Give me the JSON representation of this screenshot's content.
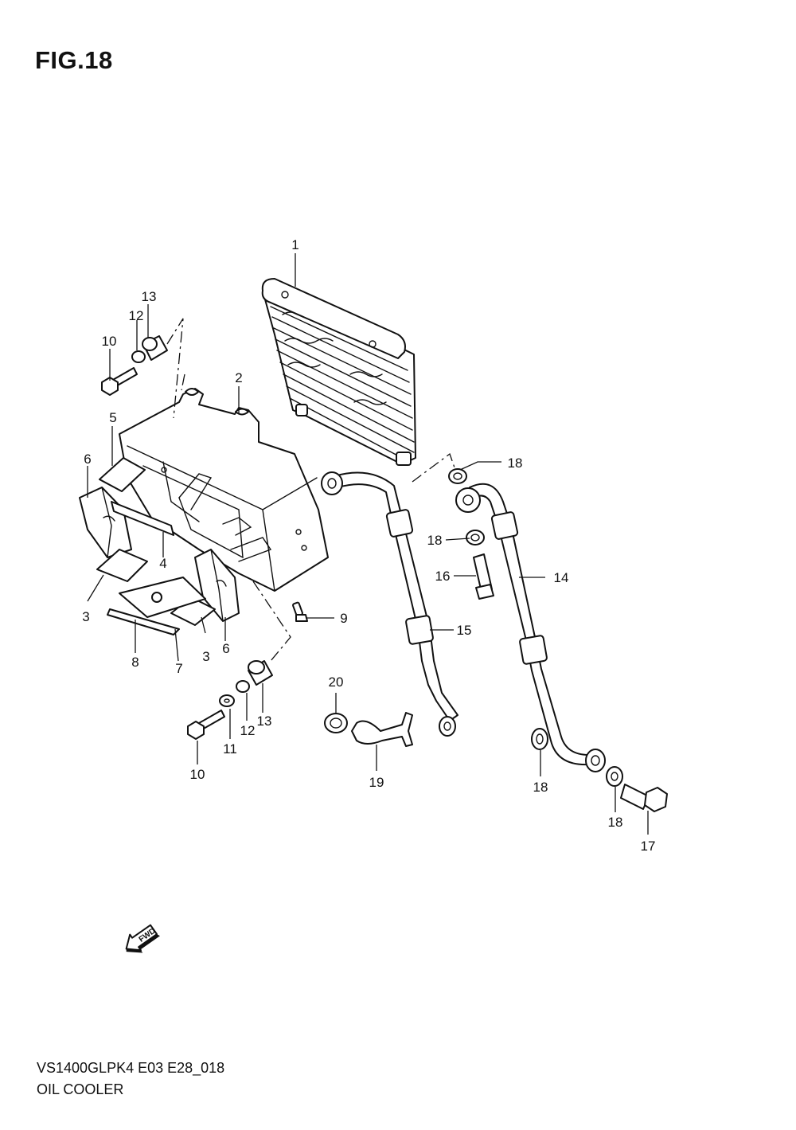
{
  "figure": {
    "title": "FIG.18"
  },
  "footer": {
    "code": "VS1400GLPK4 E03 E28_018",
    "name": "OIL COOLER"
  },
  "fwd_arrow": {
    "label": "FWD",
    "icon": "fwd-arrow-icon"
  },
  "callouts": [
    {
      "id": "c1",
      "label": "1"
    },
    {
      "id": "c2",
      "label": "2"
    },
    {
      "id": "c3a",
      "label": "3"
    },
    {
      "id": "c3b",
      "label": "3"
    },
    {
      "id": "c4",
      "label": "4"
    },
    {
      "id": "c5",
      "label": "5"
    },
    {
      "id": "c6a",
      "label": "6"
    },
    {
      "id": "c6b",
      "label": "6"
    },
    {
      "id": "c7",
      "label": "7"
    },
    {
      "id": "c8",
      "label": "8"
    },
    {
      "id": "c9",
      "label": "9"
    },
    {
      "id": "c10a",
      "label": "10"
    },
    {
      "id": "c10b",
      "label": "10"
    },
    {
      "id": "c11",
      "label": "11"
    },
    {
      "id": "c12a",
      "label": "12"
    },
    {
      "id": "c12b",
      "label": "12"
    },
    {
      "id": "c13a",
      "label": "13"
    },
    {
      "id": "c13b",
      "label": "13"
    },
    {
      "id": "c14",
      "label": "14"
    },
    {
      "id": "c15",
      "label": "15"
    },
    {
      "id": "c16",
      "label": "16"
    },
    {
      "id": "c17",
      "label": "17"
    },
    {
      "id": "c18a",
      "label": "18"
    },
    {
      "id": "c18b",
      "label": "18"
    },
    {
      "id": "c18c",
      "label": "18"
    },
    {
      "id": "c18d",
      "label": "18"
    },
    {
      "id": "c19",
      "label": "19"
    },
    {
      "id": "c20",
      "label": "20"
    }
  ]
}
